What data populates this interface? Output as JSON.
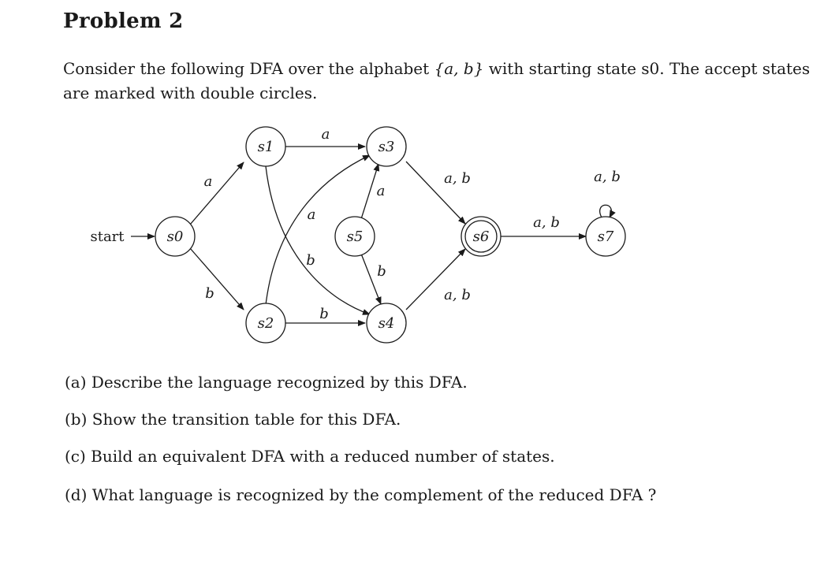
{
  "heading": "Problem 2",
  "intro": {
    "part1": "Consider the following DFA over the alphabet ",
    "alphabet": "{a, b}",
    "part2": " with starting state s0. The accept states are marked with double circles."
  },
  "dfa": {
    "start_label": "start",
    "states": {
      "s0": "s0",
      "s1": "s1",
      "s2": "s2",
      "s3": "s3",
      "s4": "s4",
      "s5": "s5",
      "s6": "s6",
      "s7": "s7"
    },
    "accept_states": [
      "s6"
    ],
    "transitions": {
      "s0_s1": "a",
      "s0_s2": "b",
      "s1_s3": "a",
      "s1_s4": "b",
      "s2_s3": "a",
      "s2_s4": "b",
      "s5_s3": "a",
      "s5_s4": "b",
      "s3_s6": "a, b",
      "s4_s6": "a, b",
      "s6_s7": "a, b",
      "s7_s7": "a, b"
    }
  },
  "questions": {
    "a": "(a) Describe the language recognized by this DFA.",
    "b": "(b) Show the transition table for this DFA.",
    "c": "(c) Build an equivalent DFA with a reduced number of states.",
    "d": "(d) What language is recognized by the complement of the reduced DFA ?"
  }
}
